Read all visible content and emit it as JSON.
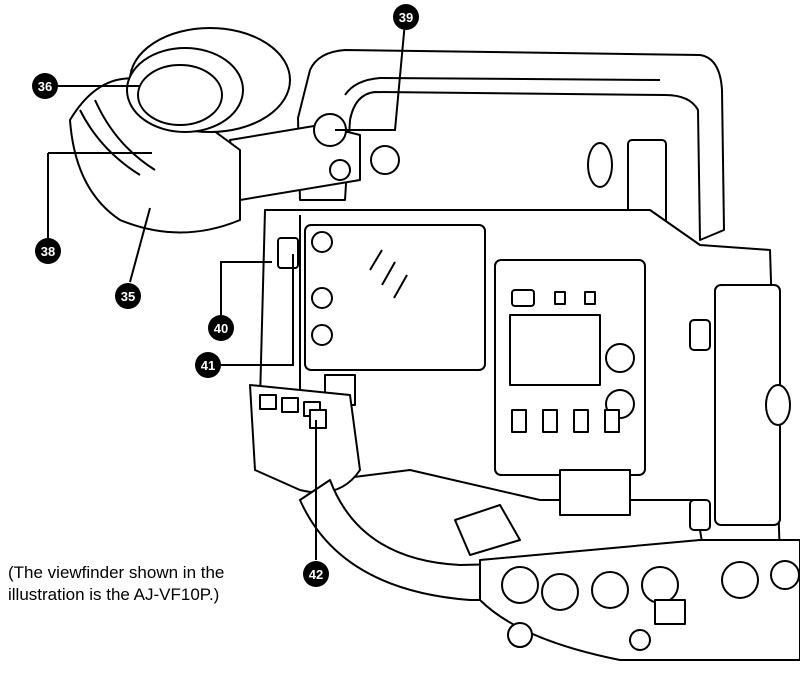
{
  "callouts": [
    {
      "id": "c35",
      "number": "35"
    },
    {
      "id": "c36",
      "number": "36"
    },
    {
      "id": "c38",
      "number": "38"
    },
    {
      "id": "c39",
      "number": "39"
    },
    {
      "id": "c40",
      "number": "40"
    },
    {
      "id": "c41",
      "number": "41"
    },
    {
      "id": "c42",
      "number": "42"
    }
  ],
  "caption": {
    "line1": "(The viewfinder shown in the",
    "line2": "illustration is the AJ-VF10P.)"
  },
  "colors": {
    "ink": "#000000",
    "paper": "#ffffff"
  }
}
